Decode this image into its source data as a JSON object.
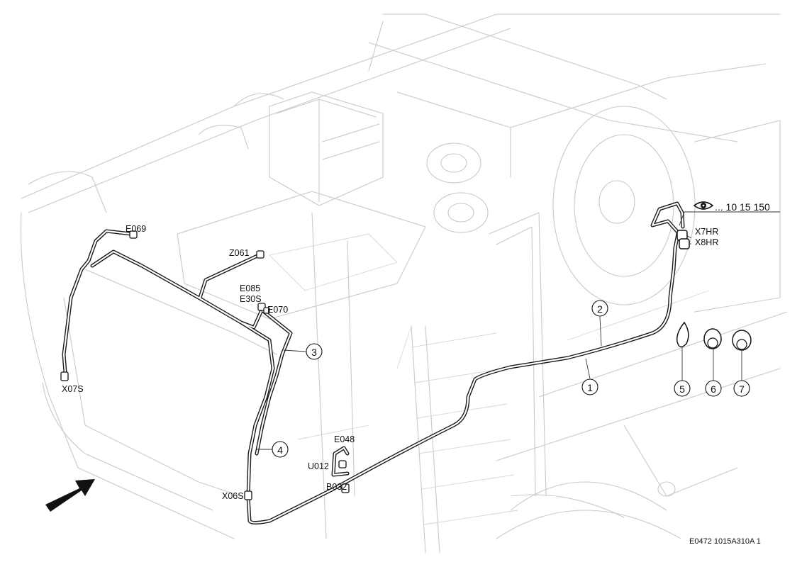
{
  "connector_labels": {
    "e069": "E069",
    "z061": "Z061",
    "e085": "E085",
    "e30s": "E30S",
    "e070": "E070",
    "x07s": "X07S",
    "e048": "E048",
    "u012": "U012",
    "b032": "B032",
    "x06s": "X06S",
    "x7hr": "X7HR",
    "x8hr": "X8HR"
  },
  "callouts": {
    "c1": "1",
    "c2": "2",
    "c3": "3",
    "c4": "4",
    "c5": "5",
    "c6": "6",
    "c7": "7"
  },
  "reference": {
    "text": "... 10 15 150",
    "icon": "eye-icon"
  },
  "footer_code": "E0472 1015A310A 1",
  "direction_arrow": "arrow-icon"
}
